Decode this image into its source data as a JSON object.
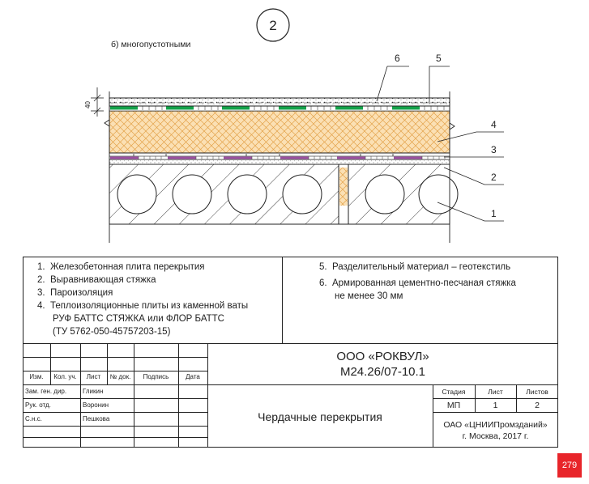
{
  "figure": {
    "number": "2",
    "caption": "б) многопустотными",
    "dimension_label": "40",
    "callouts": [
      "1",
      "2",
      "3",
      "4",
      "5",
      "6"
    ]
  },
  "legend": {
    "left": [
      {
        "num": "1.",
        "text": "Железобетонная плита перекрытия"
      },
      {
        "num": "2.",
        "text": "Выравнивающая стяжка"
      },
      {
        "num": "3.",
        "text": "Пароизоляция"
      },
      {
        "num": "4.",
        "text": "Теплоизоляционные плиты из каменной ваты",
        "cont": [
          "РУФ БАТТС СТЯЖКА или ФЛОР БАТТС",
          "(ТУ 5762-050-45757203-15)"
        ]
      }
    ],
    "right": [
      {
        "num": "5.",
        "text": "Разделительный материал – геотекстиль"
      },
      {
        "num": "6.",
        "text": "Армированная цементно-песчаная стяжка",
        "cont": [
          "не менее 30 мм"
        ]
      }
    ]
  },
  "title_block": {
    "company": "ООО «РОКВУЛ»",
    "doc_code": "М24.26/07-10.1",
    "columns": [
      "Изм.",
      "Кол. уч.",
      "Лист",
      "№ док.",
      "Подпись",
      "Дата"
    ],
    "signatures": [
      {
        "role": "Зам. ген. дир.",
        "name": "Гликин"
      },
      {
        "role": "Рук. отд.",
        "name": "Воронин"
      },
      {
        "role": "С.н.с.",
        "name": "Пешкова"
      }
    ],
    "title": "Чердачные перекрытия",
    "stage_header": "Стадия",
    "sheet_header": "Лист",
    "sheets_header": "Листов",
    "stage": "МП",
    "sheet": "1",
    "sheets": "2",
    "org_line1": "ОАО «ЦНИИПромзданий»",
    "org_line2": "г. Москва, 2017 г."
  },
  "page_number": "279",
  "colors": {
    "insulation": "#fbe0b4",
    "insulation_hatch": "#e3a24a",
    "geotextile": "#14a24a",
    "vapor_barrier": "#9b4fa0",
    "accent": "#e8252a"
  }
}
